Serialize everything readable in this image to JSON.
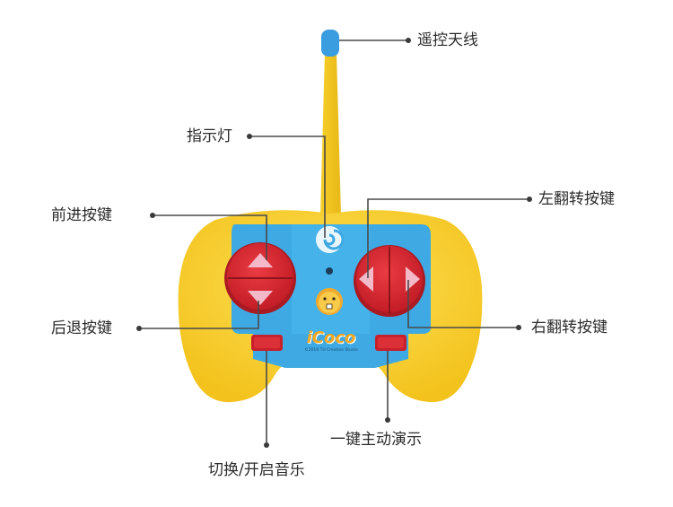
{
  "labels": {
    "antenna": "遥控天线",
    "indicator": "指示灯",
    "forward": "前进按键",
    "backward": "后退按键",
    "flip_left": "左翻转按键",
    "flip_right": "右翻转按键",
    "demo": "一键主动演示",
    "music": "切换/开启音乐"
  },
  "brand": {
    "logo_text": "iCoco",
    "copyright": "©2018 TH Creative Studio"
  },
  "colors": {
    "body_yellow": "#f9d132",
    "panel_blue": "#3ea9e2",
    "dpad_red": "#d9262f",
    "button_red": "#c8202b",
    "antenna_tip": "#3a9de0",
    "arrow_pink": "#f3b9c8"
  }
}
